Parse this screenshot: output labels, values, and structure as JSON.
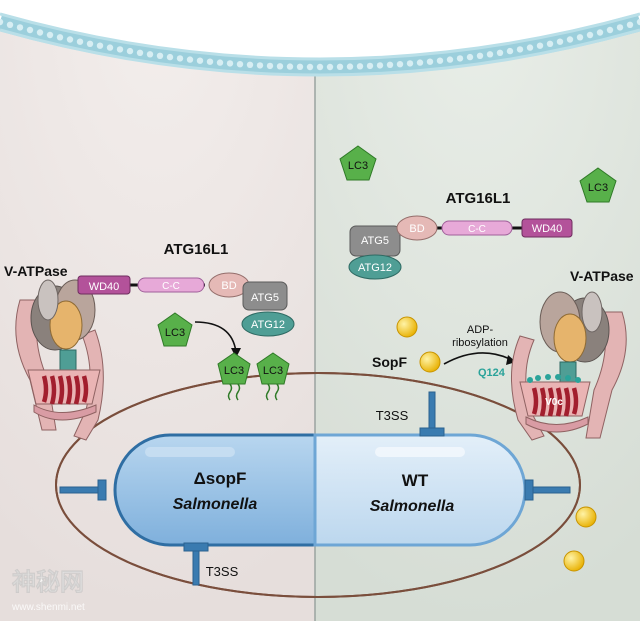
{
  "colors": {
    "left_bg": "#ebe4e2",
    "right_bg": "#dfe5df",
    "membrane": "#bcdde5",
    "wd40": "#b3529a",
    "coiled_coil": "#e7a9d8",
    "bd": "#e5b9b6",
    "atg5": "#8d8d8d",
    "atg12": "#4f9e95",
    "lc3": "#58b04a",
    "sopf": "#f5c518",
    "t3ss": "#3a7bb0",
    "salmonella_left": "#9cc4e6",
    "salmonella_right": "#cfe3f3"
  },
  "left": {
    "complex_title": "ATG16L1",
    "wd40": "WD40",
    "coiled_coil": "C-C",
    "bd": "BD",
    "atg5": "ATG5",
    "atg12": "ATG12",
    "lc3": "LC3",
    "v_atpase": "V-ATPase",
    "bacterium_line1": "ΔsopF",
    "bacterium_line2": "Salmonella",
    "t3ss": "T3SS"
  },
  "right": {
    "complex_title": "ATG16L1",
    "wd40": "WD40",
    "coiled_coil": "C-C",
    "bd": "BD",
    "atg5": "ATG5",
    "atg12": "ATG12",
    "lc3": "LC3",
    "v_atpase": "V-ATPase",
    "sopf": "SopF",
    "reaction_line1": "ADP-",
    "reaction_line2": "ribosylation",
    "residue": "Q124",
    "v0c": "V0c",
    "t3ss": "T3SS",
    "bacterium_line1": "WT",
    "bacterium_line2": "Salmonella"
  },
  "watermark": {
    "main": "神秘网",
    "sub": "www.shenmi.net"
  }
}
